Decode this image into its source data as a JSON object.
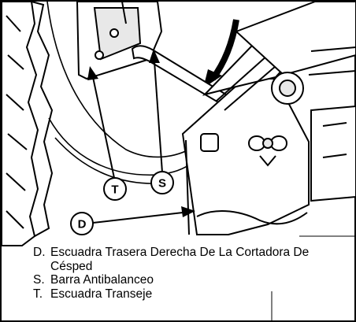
{
  "callouts": {
    "t": "T",
    "s": "S",
    "d": "D"
  },
  "legend": [
    {
      "key": "D.",
      "text": "Escuadra Trasera Derecha De La Cortadora De Césped"
    },
    {
      "key": "S.",
      "text": "Barra Antibalanceo"
    },
    {
      "key": "T.",
      "text": "Escuadra Transeje"
    }
  ]
}
